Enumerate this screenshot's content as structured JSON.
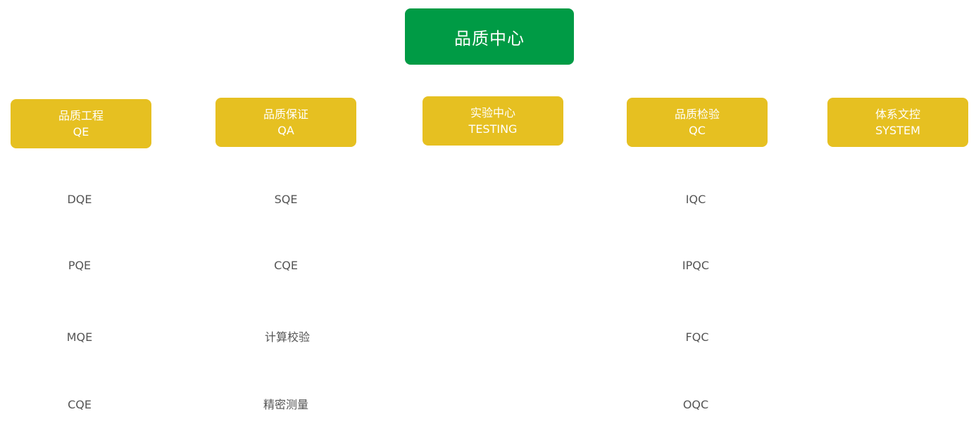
{
  "root": {
    "label": "品质中心",
    "color": "#009b45"
  },
  "dept_color": "#e6c021",
  "departments": [
    {
      "name": "品质工程",
      "code": "QE",
      "items": [
        "DQE",
        "PQE",
        "MQE",
        "CQE"
      ]
    },
    {
      "name": "品质保证",
      "code": "QA",
      "items": [
        "SQE",
        "CQE",
        "计算校验",
        "精密测量"
      ]
    },
    {
      "name": "实验中心",
      "code": "TESTING",
      "items": []
    },
    {
      "name": "品质检验",
      "code": "QC",
      "items": [
        "IQC",
        "IPQC",
        "FQC",
        "OQC"
      ]
    },
    {
      "name": "体系文控",
      "code": "SYSTEM",
      "items": []
    }
  ]
}
